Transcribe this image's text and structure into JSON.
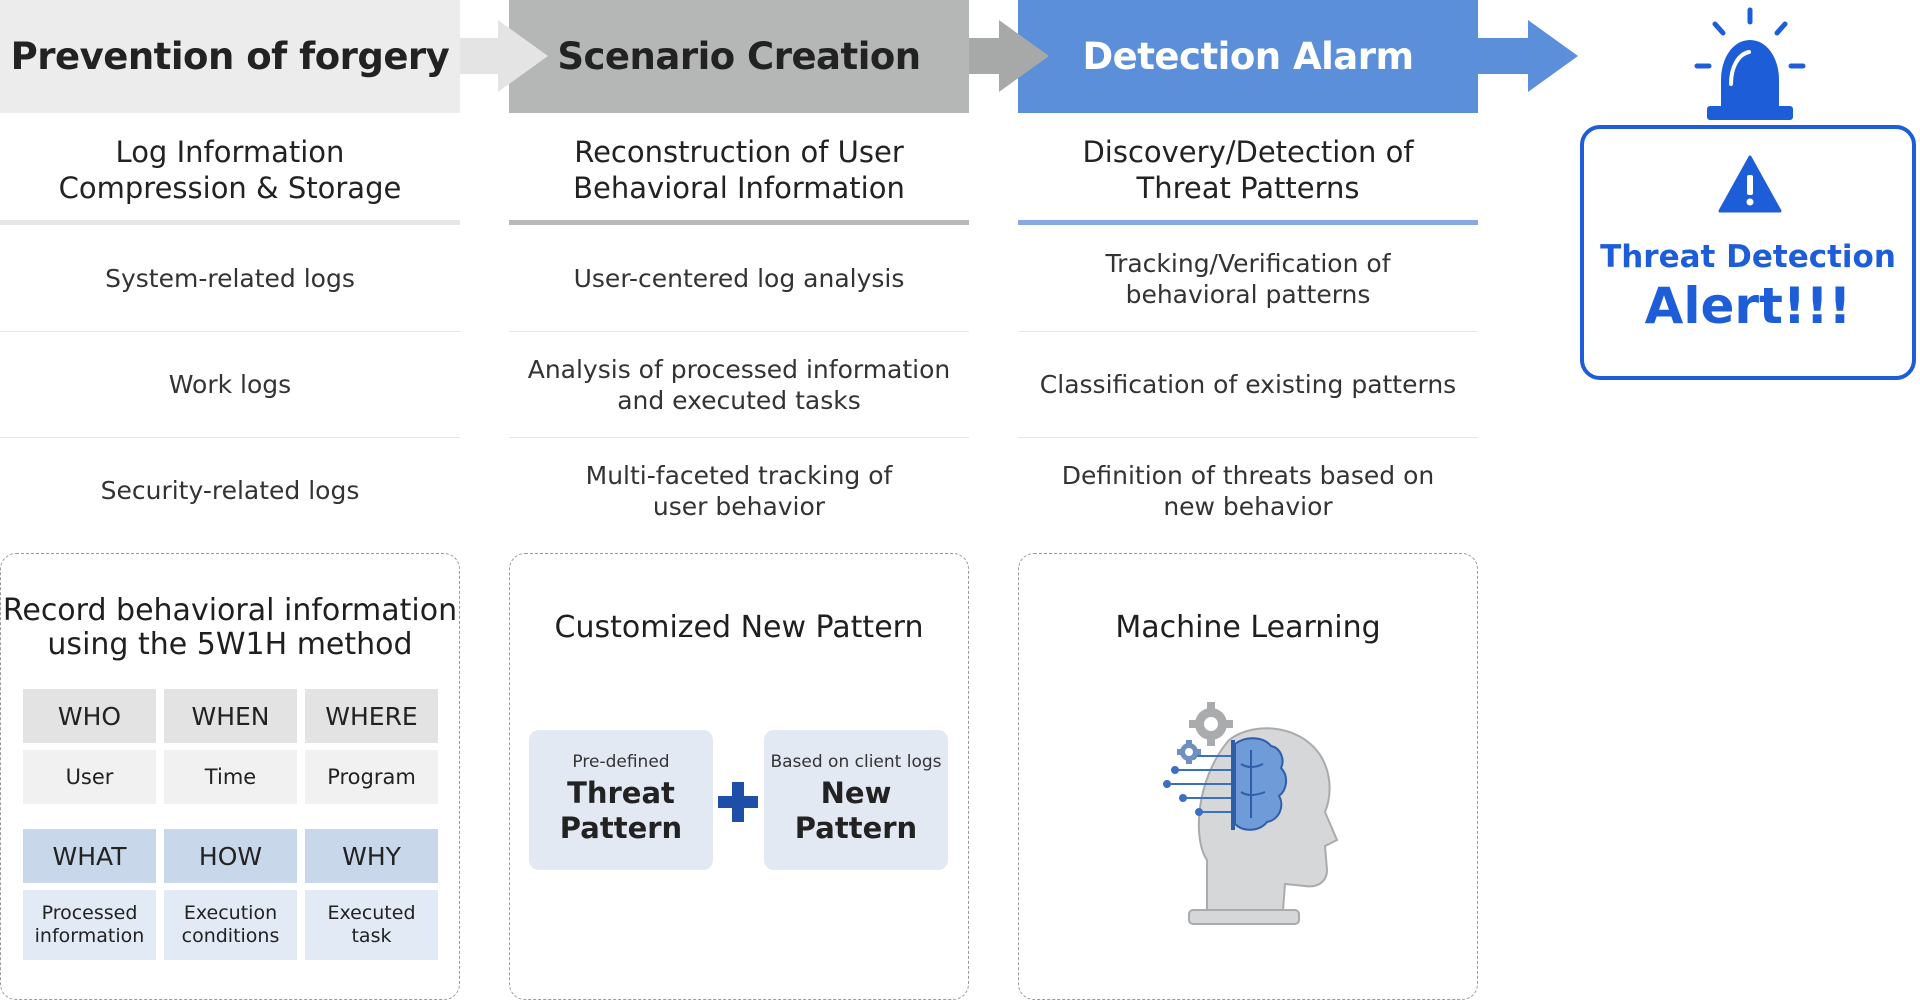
{
  "colors": {
    "header_1": "#ececec",
    "header_2": "#b5b6b6",
    "header_3": "#5b8fd9",
    "alert_blue": "#1d5ed8",
    "cell_gray": "#e3e3e3",
    "cell_blue": "#c8d7ea"
  },
  "columns": [
    {
      "header": "Prevention of forgery",
      "section": "Log Information\nCompression & Storage",
      "rows": [
        "System-related logs",
        "Work logs",
        "Security-related logs"
      ],
      "box_title": "Record behavioral information\nusing the 5W1H method"
    },
    {
      "header": "Scenario Creation",
      "section": "Reconstruction of User\nBehavioral Information",
      "rows": [
        "User-centered log analysis",
        "Analysis of processed information\nand executed tasks",
        "Multi-faceted tracking of\nuser behavior"
      ],
      "box_title": "Customized New Pattern"
    },
    {
      "header": "Detection Alarm",
      "section": "Discovery/Detection of\nThreat Patterns",
      "rows": [
        "Tracking/Verification of\nbehavioral patterns",
        "Classification of existing patterns",
        "Definition of threats based on\nnew behavior"
      ],
      "box_title": "Machine Learning"
    }
  ],
  "w5h1": {
    "row1_headers": [
      "WHO",
      "WHEN",
      "WHERE"
    ],
    "row1_values": [
      "User",
      "Time",
      "Program"
    ],
    "row2_headers": [
      "WHAT",
      "HOW",
      "WHY"
    ],
    "row2_values": [
      "Processed\ninformation",
      "Execution\nconditions",
      "Executed\ntask"
    ]
  },
  "patterns": {
    "left_small": "Pre-defined",
    "left_big": "Threat\nPattern",
    "plus": "+",
    "right_small": "Based on client logs",
    "right_big": "New\nPattern"
  },
  "alert": {
    "line1": "Threat Detection",
    "line2": "Alert!!!",
    "warning_icon": "warning-triangle-icon",
    "siren_icon": "siren-icon"
  },
  "ml_icon": "brain-head-gears-icon"
}
